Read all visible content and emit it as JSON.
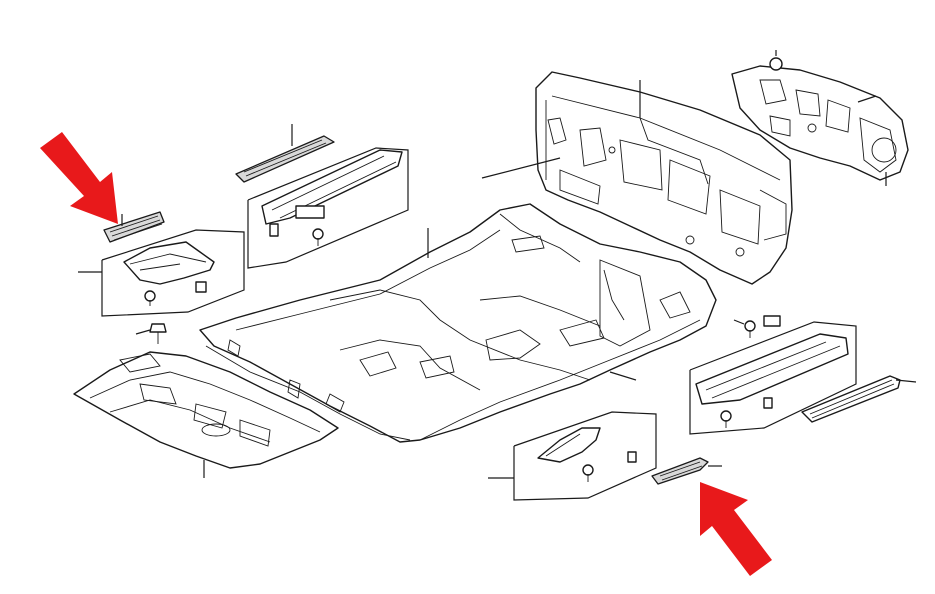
{
  "colors": {
    "arrow": "#e8191b",
    "line": "#1a1a1a",
    "background": "#ffffff"
  },
  "parts": [
    "floor-carpet",
    "dashboard-insulator",
    "dash-silencer",
    "rear-floor-mat",
    "front-sill-garnish-left",
    "rear-sill-garnish-left",
    "front-sill-garnish-right",
    "rear-sill-garnish-right",
    "kick-panel-left",
    "kick-panel-right",
    "side-step-plate-left",
    "side-step-plate-right"
  ],
  "highlight_arrows": [
    "red-arrow-top-left",
    "red-arrow-bottom-right"
  ]
}
